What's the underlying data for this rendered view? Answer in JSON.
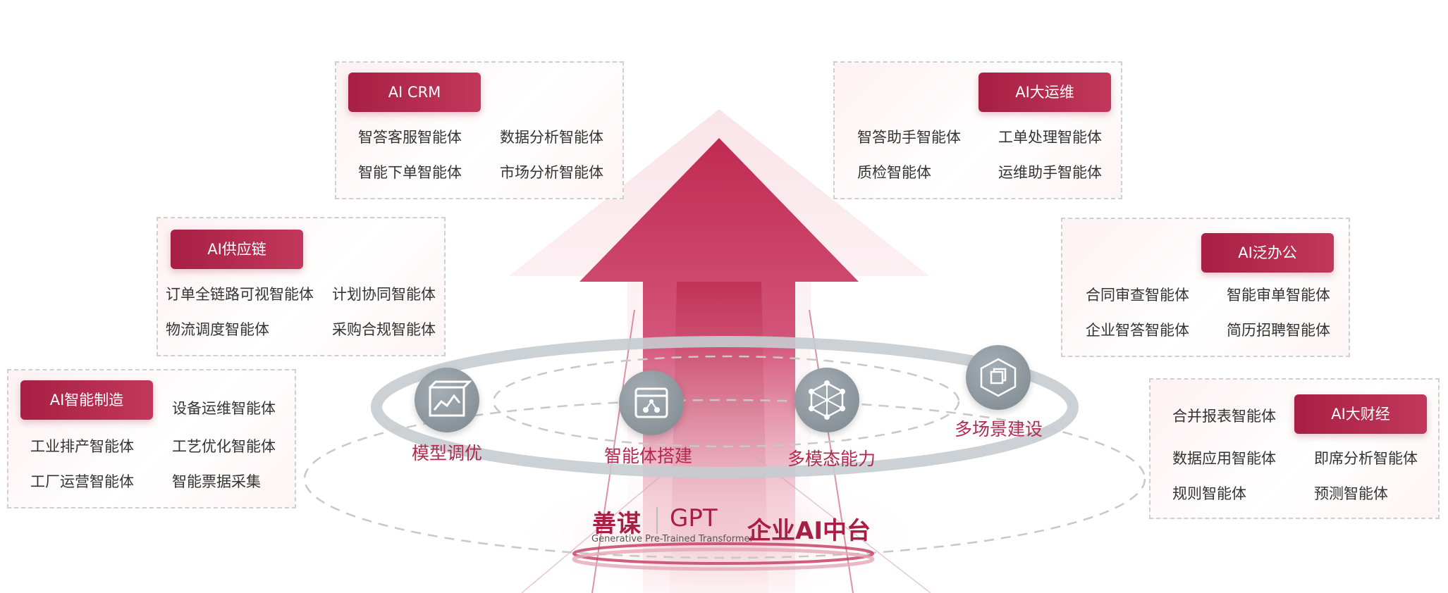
{
  "cards": {
    "crm": {
      "badge": "AI CRM",
      "items": [
        "智答客服智能体",
        "数据分析智能体",
        "智能下单智能体",
        "市场分析智能体"
      ]
    },
    "ops": {
      "badge": "AI大运维",
      "items": [
        "智答助手智能体",
        "工单处理智能体",
        "质检智能体",
        "运维助手智能体"
      ]
    },
    "supply": {
      "badge": "AI供应链",
      "items": [
        "订单全链路可视智能体",
        "计划协同智能体",
        "物流调度智能体",
        "采购合规智能体"
      ]
    },
    "office": {
      "badge": "AI泛办公",
      "items": [
        "合同审查智能体",
        "智能审单智能体",
        "企业智答智能体",
        "简历招聘智能体"
      ]
    },
    "manufacturing": {
      "badge": "AI智能制造",
      "items": [
        "设备运维智能体",
        "工业排产智能体",
        "工艺优化智能体",
        "工厂运营智能体",
        "智能票据采集"
      ]
    },
    "finance": {
      "badge": "AI大财经",
      "items": [
        "合并报表智能体",
        "数据应用智能体",
        "即席分析智能体",
        "规则智能体",
        "预测智能体"
      ]
    }
  },
  "capabilities": [
    {
      "label": "模型调优",
      "icon": "chart-box-icon"
    },
    {
      "label": "智能体搭建",
      "icon": "agent-box-icon"
    },
    {
      "label": "多模态能力",
      "icon": "network-icon"
    },
    {
      "label": "多场景建设",
      "icon": "layers-cube-icon"
    }
  ],
  "brand": {
    "logo_text": "善谋",
    "gpt": "GPT",
    "subtitle": "Generative Pre-Trained Transformer",
    "platform": "企业AI中台"
  },
  "colors": {
    "accent": "#a71f44",
    "accent_light": "#c2385c",
    "ring": "#c5ccd0",
    "icon_gray": "#8a949a"
  }
}
